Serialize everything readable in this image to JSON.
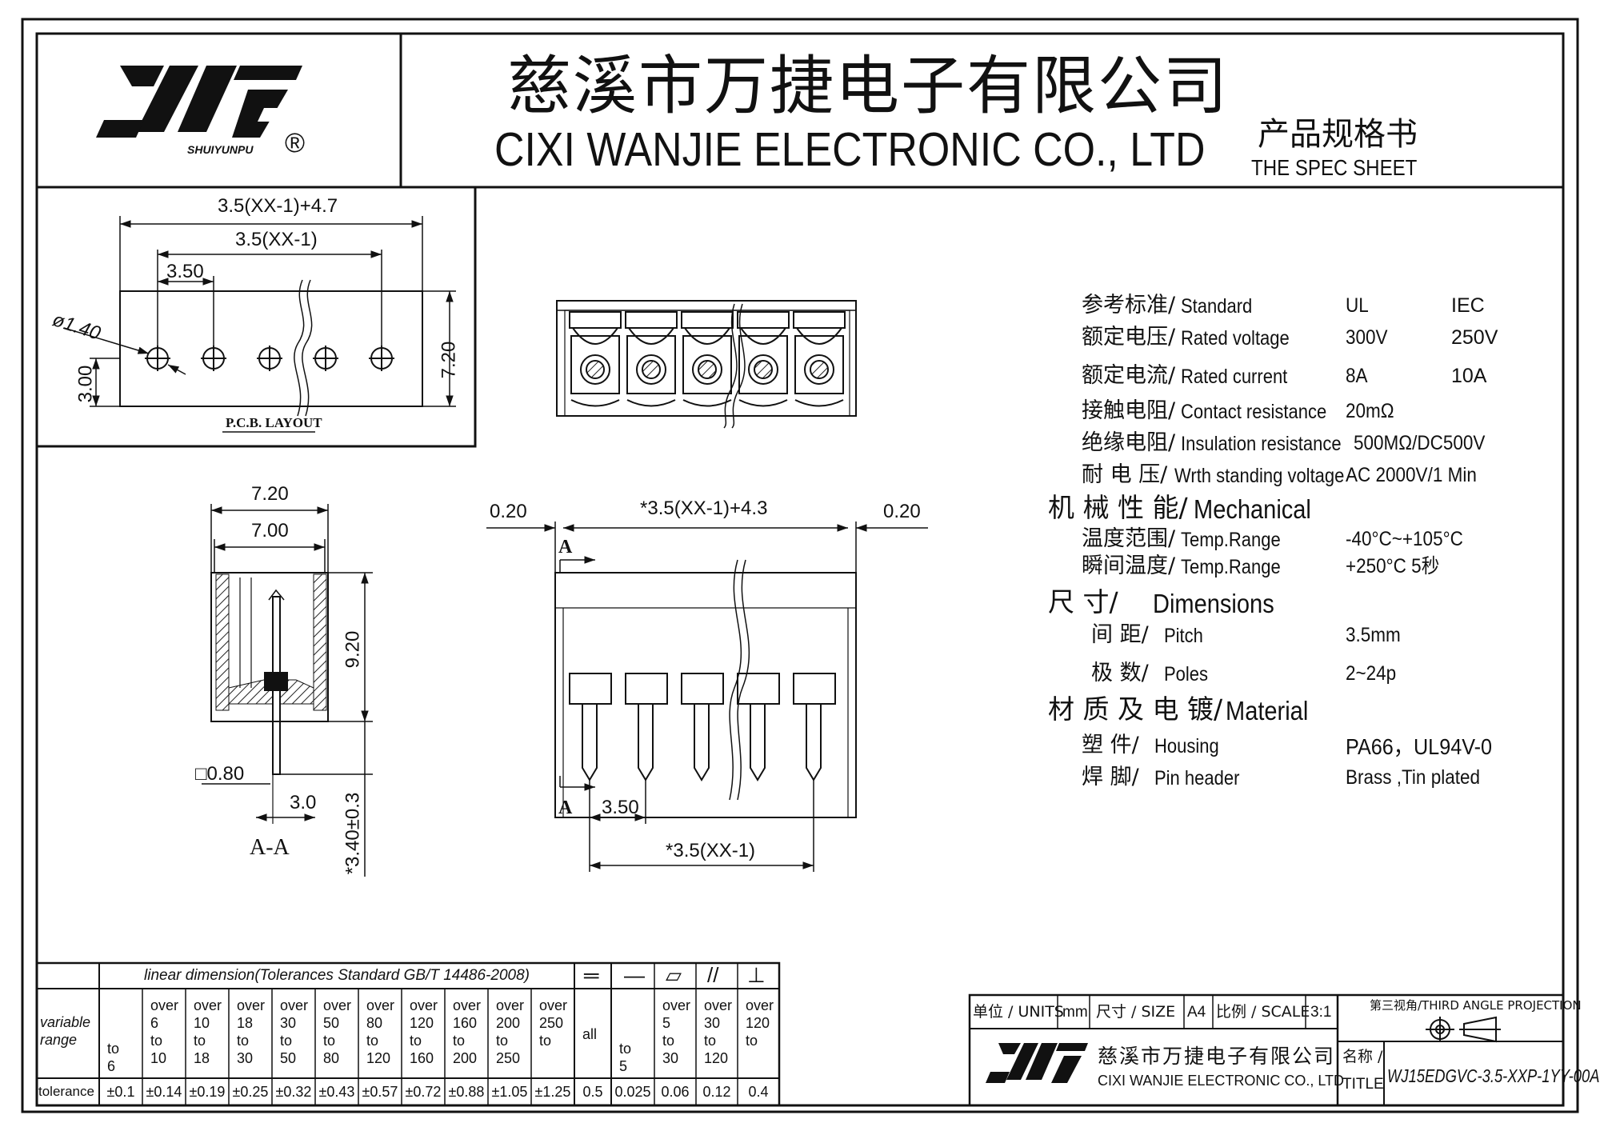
{
  "header": {
    "logo_brand": "SHUIYUNPU",
    "registered_mark": "®",
    "company_cn": "慈溪市万捷电子有限公司",
    "company_en": "CIXI WANJIE ELECTRONIC CO., LTD",
    "sheet_cn": "产品规格书",
    "sheet_en": "THE SPEC SHEET"
  },
  "pcb_layout": {
    "dim_total": "3.5(XX-1)+4.7",
    "dim_span": "3.5(XX-1)",
    "dim_pitch": "3.50",
    "dim_hole": "ø1.40",
    "dim_height": "7.20",
    "dim_offset": "3.00",
    "caption": "P.C.B. LAYOUT"
  },
  "side_view": {
    "dim_outer": "7.20",
    "dim_inner": "7.00",
    "dim_body": "9.20",
    "dim_pin": "□0.80",
    "dim_pin_offset": "3.0",
    "dim_pin_len": "*3.40±0.3",
    "section": "A-A"
  },
  "front_view": {
    "dim_left": "0.20",
    "dim_total": "*3.5(XX-1)+4.3",
    "dim_right": "0.20",
    "section_top": "A",
    "section_bottom": "A",
    "dim_pitch": "3.50",
    "dim_span": "*3.5(XX-1)"
  },
  "specs": {
    "rows": [
      {
        "cn": "参考标准/",
        "en": "Standard",
        "v1": "UL",
        "v2": "IEC"
      },
      {
        "cn": "额定电压/",
        "en": "Rated voltage",
        "v1": "300V",
        "v2": "250V"
      },
      {
        "cn": "额定电流/",
        "en": "Rated current",
        "v1": "8A",
        "v2": "10A"
      },
      {
        "cn": "接触电阻/",
        "en": "Contact resistance",
        "v1": "20mΩ"
      },
      {
        "cn": "绝缘电阻/",
        "en": "Insulation resistance",
        "v1": "500MΩ/DC500V"
      },
      {
        "cn": "耐 电 压/",
        "en": "Wrth standing voltage",
        "v1": "AC 2000V/1 Min"
      },
      {
        "cn": "机 械 性 能/",
        "en": "Mechanical"
      },
      {
        "cn": "温度范围/",
        "en": "Temp.Range",
        "v1": "-40°C~+105°C"
      },
      {
        "cn": "瞬间温度/",
        "en": "Temp.Range",
        "v1": "+250°C   5秒"
      },
      {
        "cn": "尺    寸/",
        "en": "Dimensions"
      },
      {
        "cn": "间  距/",
        "en": "Pitch",
        "v1": "3.5mm"
      },
      {
        "cn": "极  数/",
        "en": "Poles",
        "v1": "2~24p"
      },
      {
        "cn": "材 质 及 电 镀/",
        "en": "Material"
      },
      {
        "cn": "塑  件/",
        "en": "Housing",
        "v1": "PA66，UL94V-0"
      },
      {
        "cn": "焊  脚/",
        "en": "Pin header",
        "v1": "Brass ,Tin plated"
      }
    ]
  },
  "tolerance_table": {
    "title": "linear  dimension(Tolerances  Standard  GB/T  14486-2008)",
    "row_label_range": "variable range",
    "row_label_tol": "tolerance",
    "symbols": [
      "═",
      "—",
      "▱",
      "//",
      "⊥"
    ],
    "ranges": [
      [
        "to",
        "6"
      ],
      [
        "over",
        "6",
        "to",
        "10"
      ],
      [
        "over",
        "10",
        "to",
        "18"
      ],
      [
        "over",
        "18",
        "to",
        "30"
      ],
      [
        "over",
        "30",
        "to",
        "50"
      ],
      [
        "over",
        "50",
        "to",
        "80"
      ],
      [
        "over",
        "80",
        "to",
        "120"
      ],
      [
        "over",
        "120",
        "to",
        "160"
      ],
      [
        "over",
        "160",
        "to",
        "200"
      ],
      [
        "over",
        "200",
        "to",
        "250"
      ],
      [
        "over",
        "250",
        "to"
      ],
      [
        "all"
      ],
      [
        "to",
        "5"
      ],
      [
        "over",
        "5",
        "to",
        "30"
      ],
      [
        "over",
        "30",
        "to",
        "120"
      ],
      [
        "over",
        "120",
        "to"
      ]
    ],
    "tolerances": [
      "±0.1",
      "±0.14",
      "±0.19",
      "±0.25",
      "±0.32",
      "±0.43",
      "±0.57",
      "±0.72",
      "±0.88",
      "±1.05",
      "±1.25",
      "0.5",
      "0.025",
      "0.06",
      "0.12",
      "0.4"
    ]
  },
  "title_block": {
    "units_label": "单位 / UNITS",
    "units_value": "mm",
    "size_label": "尺寸 / SIZE",
    "size_value": "A4",
    "scale_label": "比例 / SCALE",
    "scale_value": "3:1",
    "projection": "第三视角/THIRD ANGLE PROJECTION",
    "company_cn": "慈溪市万捷电子有限公司",
    "company_en": "CIXI WANJIE ELECTRONIC CO., LTD",
    "title_label_cn": "名称 /",
    "title_label_en": "TITLE",
    "title_value": "WJ15EDGVC-3.5-XXP-1YY-00A"
  }
}
